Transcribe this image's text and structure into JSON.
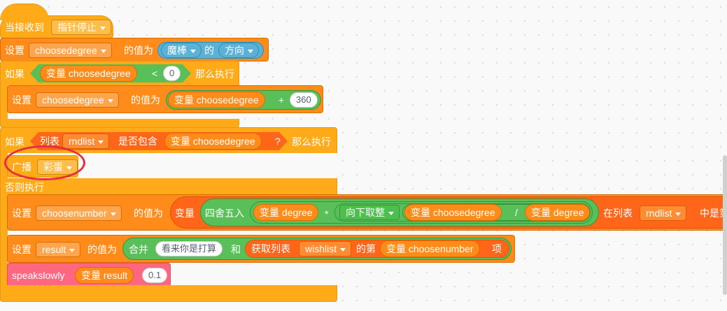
{
  "event": {
    "label": "当接收到",
    "message": "指针停止"
  },
  "set1": {
    "prefix": "设置",
    "var": "choosedegree",
    "mid": "的值为",
    "sprite": "魔棒",
    "of": "的",
    "prop": "方向"
  },
  "if1": {
    "if_label": "如果",
    "var_label": "变量 choosedegree",
    "op": "<",
    "value": "0",
    "then": "那么执行"
  },
  "set2": {
    "prefix": "设置",
    "var": "choosedegree",
    "mid": "的值为",
    "var_label": "变量 choosedegree",
    "op": "+",
    "value": "360"
  },
  "if2": {
    "if_label": "如果",
    "list_label": "列表",
    "list": "rndlist",
    "contains": "是否包含",
    "var_label": "变量 choosedegree",
    "q": "?",
    "then": "那么执行"
  },
  "broadcast": {
    "label": "广播",
    "message": "彩蛋"
  },
  "else_label": "否则执行",
  "set3": {
    "prefix": "设置",
    "var": "choosenumber",
    "mid": "的值为",
    "var_word": "变量",
    "round": "四舍五入",
    "var_degree": "变量 degree",
    "times": "*",
    "floor": "向下取整",
    "var_cd": "变量 choosedegree",
    "div": "/",
    "var_degree2": "变量 degree",
    "in_list": "在列表",
    "list": "rndlist",
    "pos": "中是第"
  },
  "set4": {
    "prefix": "设置",
    "var": "result",
    "mid": "的值为",
    "join": "合并",
    "text": "看来你是打算",
    "and": "和",
    "get_item": "获取列表",
    "list": "wishlist",
    "nth": "的第",
    "var_cn": "变量 choosenumber",
    "item": "项"
  },
  "speak": {
    "label": "speakslowly",
    "var_label": "变量 result",
    "value": "0.1"
  }
}
